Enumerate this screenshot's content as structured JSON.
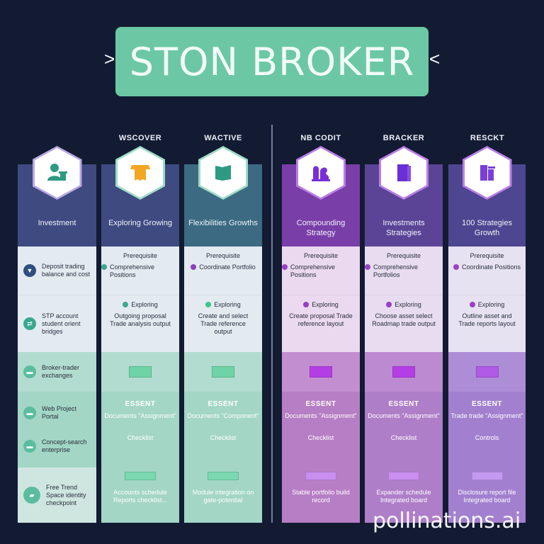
{
  "banner": {
    "title": "STON BROKER",
    "left_chevron": ">",
    "right_chevron": "<",
    "color": "#6cc8a4"
  },
  "colors": {
    "background": "#131b33",
    "green_accent": "#6cc8a4",
    "purple_accent": "#8a3fe0",
    "teal_icon": "#2e9a82",
    "orange_icon": "#f2a623"
  },
  "columns": [
    {
      "header": "",
      "icon": "person-badge-icon",
      "card_title": "Investment",
      "rows": [
        {
          "icon": "filter-icon",
          "text": "Deposit trading balance and cost"
        },
        {
          "icon": "swap-icon",
          "text": "STP account student orient bridges"
        },
        {
          "icon": "chat-icon",
          "text": "Broker-trader exchanges"
        },
        {
          "icon": "chat-icon",
          "text": "Web Project Portal"
        },
        {
          "icon": "chat-icon",
          "text": "Concept-search enterprise"
        },
        {
          "icon": "folder-icon",
          "text": "Free Trend Space identity checkpoint"
        }
      ]
    },
    {
      "header": "WSCOVER",
      "icon": "tshirt-icon",
      "card_title": "Exploring Growing",
      "r1_label": "Prerequisite",
      "r1_item": "Comprehensive Positions",
      "r2_item": "Exploring",
      "r2_desc": "Outgoing proposal Trade analysis output",
      "r4_head": "ESSENT",
      "r4_item1": "Documents \"Assignment\"",
      "r4_item2": "Checklist",
      "r5_desc": "Accounts schedule Reports checklist..."
    },
    {
      "header": "WACTIVE",
      "icon": "flag-icon",
      "card_title": "Flexibilities Growths",
      "r1_label": "Prerequisite",
      "r1_item": "Coordinate Portfolio",
      "r2_item": "Exploring",
      "r2_desc": "Create and select Trade reference output",
      "r4_head": "ESSENT",
      "r4_item1": "Documents \"Component\"",
      "r4_item2": "Checklist",
      "r5_desc": "Module integration on gate-potential"
    },
    {
      "header": "NB CODIT",
      "icon": "chess-icon",
      "card_title": "Compounding Strategy",
      "r1_label": "Prerequisite",
      "r1_item": "Comprehensive Positions",
      "r2_item": "Exploring",
      "r2_desc": "Create proposal Trade reference layout",
      "r4_head": "ESSENT",
      "r4_item1": "Documents \"Assignment\"",
      "r4_item2": "Checklist",
      "r5_desc": "Stable portfolio build record"
    },
    {
      "header": "BRACKER",
      "icon": "book-icon",
      "card_title": "Investments Strategies",
      "r1_label": "Prerequisite",
      "r1_item": "Comprehensive Portfolios",
      "r2_item": "Exploring",
      "r2_desc": "Choose asset select Roadmap trade output",
      "r4_head": "ESSENT",
      "r4_item1": "Documents \"Assignment\"",
      "r4_item2": "Checklist",
      "r5_desc": "Expander schedule Integrated board"
    },
    {
      "header": "RESCKT",
      "icon": "server-icon",
      "card_title": "100 Strategies Growth",
      "r1_label": "Prerequisite",
      "r1_item": "Coordinate Positions",
      "r2_item": "Exploring",
      "r2_desc": "Outline asset and Trade reports layout",
      "r4_head": "ESSENT",
      "r4_item1": "Trade trade \"Assignment\"",
      "r4_item2": "Controls",
      "r5_desc": "Disclosure report file Integrated board"
    }
  ],
  "watermark": "pollinations.ai"
}
